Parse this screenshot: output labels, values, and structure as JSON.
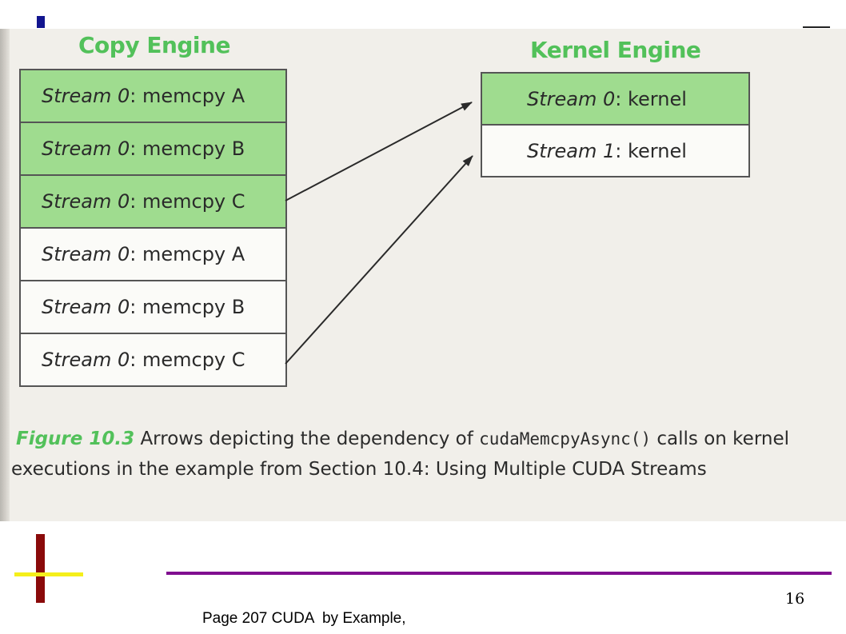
{
  "copy_engine": {
    "title": "Copy Engine",
    "rows": [
      {
        "stream": "Stream 0",
        "op": ": memcpy A",
        "highlighted": true
      },
      {
        "stream": "Stream 0",
        "op": ": memcpy B",
        "highlighted": true
      },
      {
        "stream": "Stream 0",
        "op": ": memcpy C",
        "highlighted": true
      },
      {
        "stream": "Stream 0",
        "op": ": memcpy A",
        "highlighted": false
      },
      {
        "stream": "Stream 0",
        "op": ": memcpy B",
        "highlighted": false
      },
      {
        "stream": "Stream 0",
        "op": ": memcpy C",
        "highlighted": false
      }
    ]
  },
  "kernel_engine": {
    "title": "Kernel Engine",
    "rows": [
      {
        "stream": "Stream 0",
        "op": ": kernel",
        "highlighted": true
      },
      {
        "stream": "Stream 1",
        "op": ": kernel",
        "highlighted": false
      }
    ]
  },
  "dependencies": [
    {
      "from": "copy_engine.rows.2",
      "to": "kernel_engine.rows.0"
    },
    {
      "from": "copy_engine.rows.5",
      "to": "kernel_engine.rows.1"
    }
  ],
  "caption": {
    "label": "Figure 10.3",
    "text_before_code": " Arrows depicting the dependency of ",
    "code": "cudaMemcpyAsync()",
    "text_after_code": " calls on kernel executions in the example from Section 10.4: Using Multiple CUDA Streams"
  },
  "slide": {
    "page_number": "16",
    "footer_reference": "Page 207 CUDA  by Example,"
  },
  "colors": {
    "title_green": "#52c15a",
    "cell_green": "#9fdc8f",
    "marker_blue": "#12158f",
    "cross_dark_red": "#8a0a0a",
    "cross_yellow": "#f5ef1a",
    "rule_purple": "#800f8f"
  }
}
